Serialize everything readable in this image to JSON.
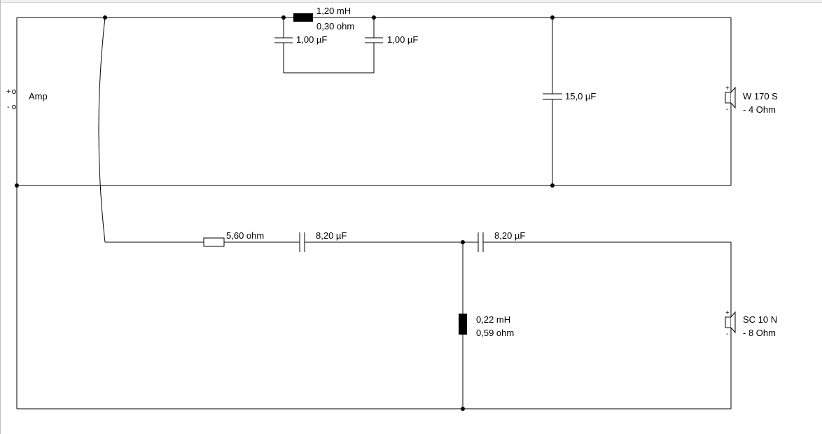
{
  "amplifier": {
    "label": "Amp",
    "plus": "+",
    "minus": "-"
  },
  "woofer_branch": {
    "series_inductor": {
      "inductance": "1,20 mH",
      "resistance": "0,30 ohm"
    },
    "notch_cap_left": "1,00 µF",
    "notch_cap_right": "1,00 µF",
    "shunt_cap": "15,0 µF",
    "driver": {
      "name": "W 170 S",
      "impedance": "- 4 Ohm",
      "plus": "+",
      "minus": "-"
    }
  },
  "tweeter_branch": {
    "series_resistor": "5,60 ohm",
    "series_cap_1": "8,20 µF",
    "series_cap_2": "8,20 µF",
    "shunt_inductor": {
      "inductance": "0,22 mH",
      "resistance": "0,59 ohm"
    },
    "driver": {
      "name": "SC 10 N",
      "impedance": "- 8 Ohm",
      "plus": "+",
      "minus": "-"
    }
  },
  "colors": {
    "wire": "#000000",
    "background": "#ffffff"
  }
}
